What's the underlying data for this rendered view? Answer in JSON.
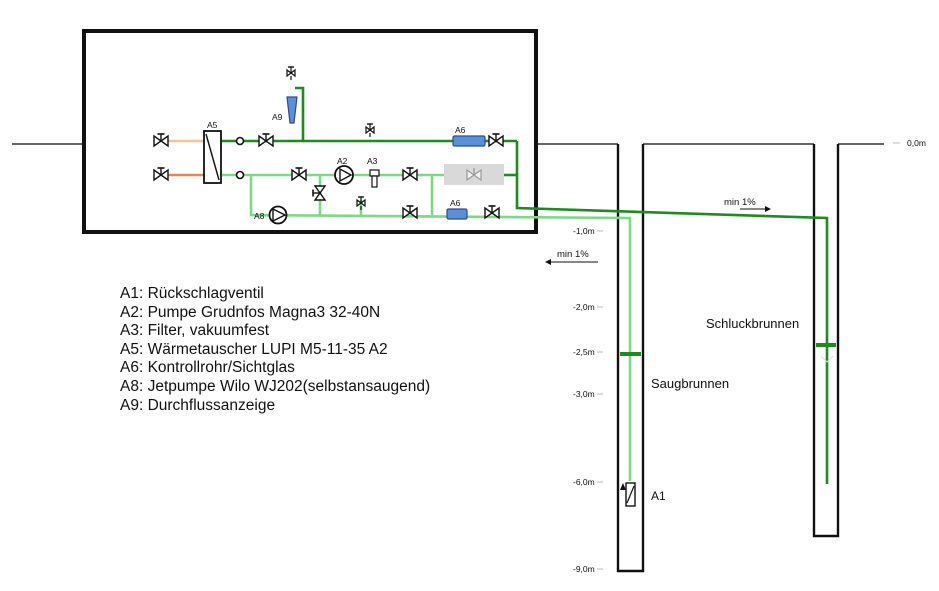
{
  "labels": {
    "A5": "A5",
    "A9": "A9",
    "A6_top": "A6",
    "A2": "A2",
    "A3": "A3",
    "A8": "A8",
    "A6_bottom": "A6",
    "A1": "A1"
  },
  "slope": {
    "right": "min  1%",
    "left": "min  1%"
  },
  "depths": [
    "0,0m",
    "-1,0m",
    "-2,0m",
    "-2,5m",
    "-3,0m",
    "-6,0m",
    "-9,0m"
  ],
  "wells": {
    "suction": "Saugbrunnen",
    "injection": "Schluckbrunnen"
  },
  "legend": [
    "A1: Rückschlagventil",
    "A2: Pumpe Grudnfos Magna3 32-40N",
    "A3: Filter, vakuumfest",
    "A5: Wärmetauscher LUPI M5-11-35 A2",
    "A6: Kontrollrohr/Sichtglas",
    "A8: Jetpumpe Wilo WJ202(selbstansaugend)",
    "A9: Durchflussanzeige"
  ],
  "colors": {
    "dark_green": "#1f8a1f",
    "light_green": "#7ed887",
    "orange": "#e8855a",
    "peach": "#f3c39b",
    "blue": "#5b8fd6"
  }
}
